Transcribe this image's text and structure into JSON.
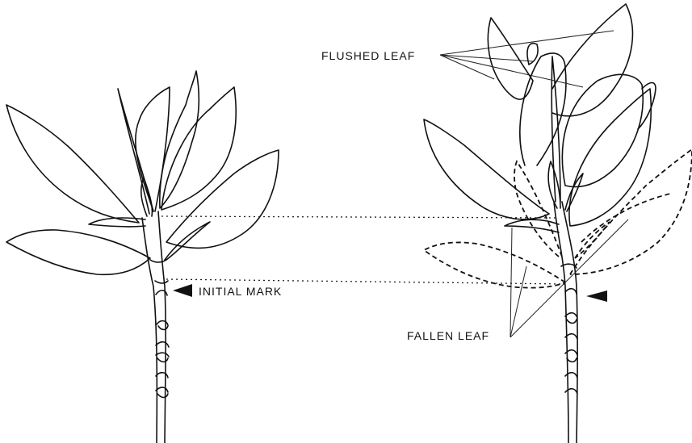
{
  "labels": {
    "flushed_leaf": "FLUSHED LEAF",
    "initial_mark": "INITIAL MARK",
    "fallen_leaf": "FALLEN LEAF"
  },
  "colors": {
    "ink": "#111111",
    "background": "#ffffff"
  }
}
